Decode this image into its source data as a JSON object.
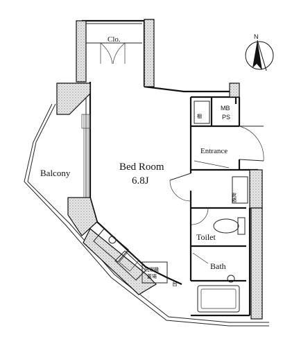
{
  "plan": {
    "rooms": {
      "closet": "Clo.",
      "mbps_line1": "MB",
      "mbps_line2": "PS",
      "storage_top": "棚",
      "entrance": "Entrance",
      "bedroom_name": "Bed Room",
      "bedroom_size": "6.8J",
      "balcony": "Balcony",
      "shoe_storage": "靴箱",
      "toilet": "Toilet",
      "bath": "Bath",
      "laundry_line1": "洗濯機",
      "laundry_line2": "置場",
      "counter": "台"
    },
    "compass": {
      "label": "N"
    }
  }
}
